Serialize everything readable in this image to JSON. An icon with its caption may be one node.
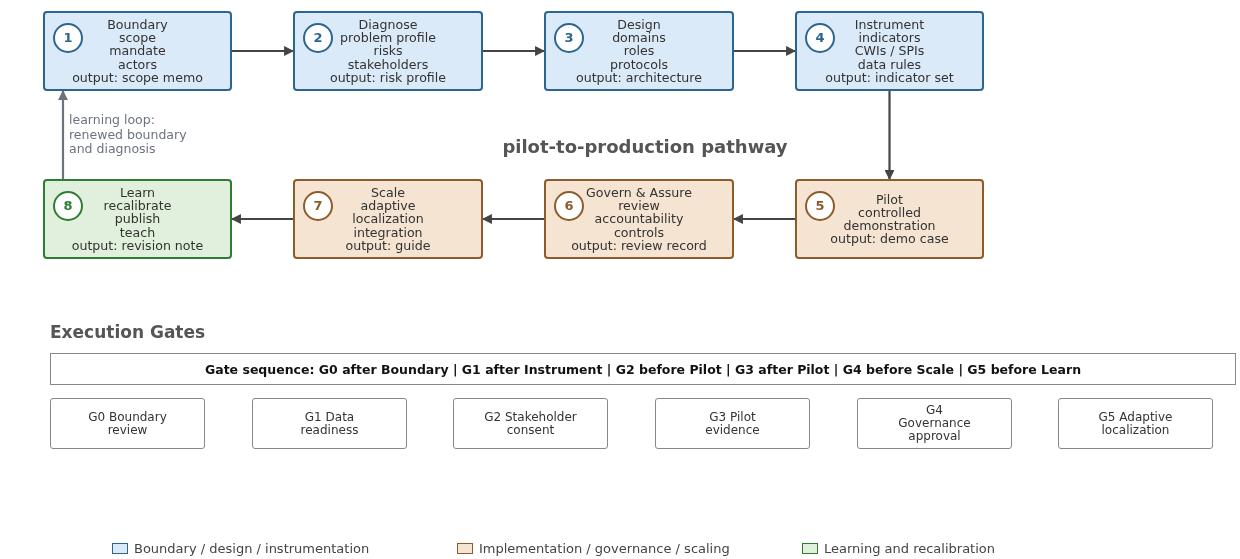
{
  "diagram": {
    "title": "pilot-to-production pathway",
    "nodes": [
      {
        "text": [
          "Boundary",
          "scope",
          "mandate",
          "actors",
          "output: scope memo"
        ]
      },
      {
        "text": [
          "1"
        ],
        "in": 0
      },
      {
        "text": [
          "Diagnose",
          "problem profile",
          "risks",
          "stakeholders",
          "output: risk profile"
        ]
      },
      {
        "text": [
          "2"
        ],
        "in": 2
      },
      {
        "text": [
          "Design",
          "domains",
          "roles",
          "protocols",
          "output: architecture"
        ]
      },
      {
        "text": [
          "3"
        ],
        "in": 4
      },
      {
        "text": [
          "Instrument",
          "indicators",
          "CWIs / SPIs",
          "data rules",
          "output: indicator set"
        ]
      },
      {
        "text": [
          "4"
        ],
        "in": 6
      },
      {
        "text": [
          "Pilot",
          "controlled",
          "demonstration",
          "output: demo case"
        ]
      },
      {
        "text": [
          "5"
        ],
        "in": 8
      },
      {
        "text": [
          "Govern & Assure",
          "review",
          "accountability",
          "controls",
          "output: review record"
        ]
      },
      {
        "text": [
          "6"
        ],
        "in": 10
      },
      {
        "text": [
          "Scale",
          "adaptive",
          "localization",
          "integration",
          "output: guide"
        ]
      },
      {
        "text": [
          "7"
        ],
        "in": 12
      },
      {
        "text": [
          "Learn",
          "recalibrate",
          "publish",
          "teach",
          "output: revision note"
        ]
      },
      {
        "text": [
          "8"
        ],
        "in": 14
      },
      {
        "text": [
          "Gate sequence: G0 after Boundary | G1 after Instrument | G2 before Pilot | G3 after Pilot | G4 before Scale | G5 before Learn"
        ]
      },
      {
        "text": [
          "G0 Boundary review"
        ]
      },
      {
        "text": [
          "G1 Data readiness"
        ]
      },
      {
        "text": [
          "G2 Stakeholder consent"
        ]
      },
      {
        "text": [
          "G3 Pilot evidence"
        ]
      },
      {
        "text": [
          "G4 Governance approval"
        ]
      },
      {
        "text": [
          "G5 Adaptive localization"
        ]
      }
    ],
    "edges": [
      {
        "from": 0,
        "to": 2,
        "arrow": "to"
      },
      {
        "from": 2,
        "to": 4,
        "arrow": "to"
      },
      {
        "from": 4,
        "to": 6,
        "arrow": "to"
      },
      {
        "from": 6,
        "to": 8,
        "arrow": "to"
      },
      {
        "from": 8,
        "to": 10,
        "arrow": "to"
      },
      {
        "from": 10,
        "to": 12,
        "arrow": "to"
      },
      {
        "from": 12,
        "to": 14,
        "arrow": "to"
      },
      {
        "from": 14,
        "to": 0,
        "arrow": "to",
        "label": "learning loop: renewed boundary and diagnosis",
        "color": "#6b7280"
      }
    ],
    "labels": [
      "Execution Gates"
    ],
    "legend": [
      {
        "text": "Boundary / design / instrumentation",
        "color": "#dbeaf8"
      },
      {
        "text": "Implementation / governance / scaling",
        "color": "#f5e4d2"
      },
      {
        "text": "Learning and recalibration",
        "color": "#e1f0dc"
      }
    ]
  }
}
